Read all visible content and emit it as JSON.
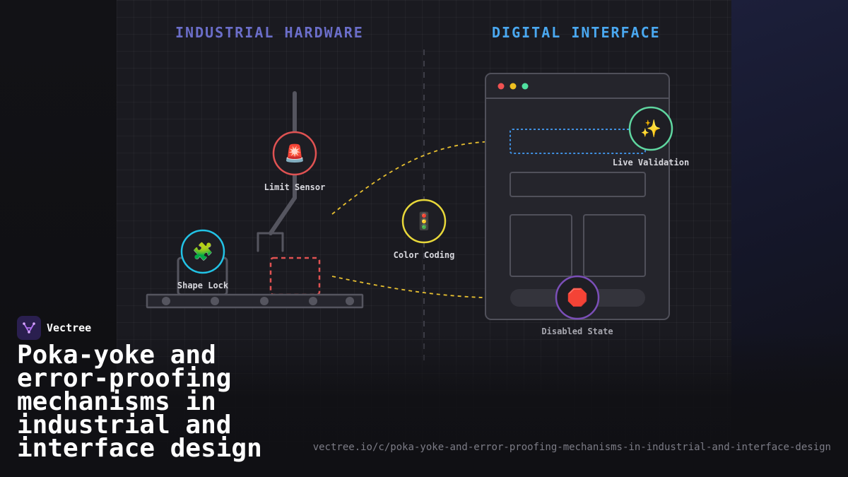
{
  "sections": {
    "left_title": "INDUSTRIAL HARDWARE",
    "right_title": "DIGITAL INTERFACE"
  },
  "nodes": {
    "limit_sensor": {
      "label": "Limit Sensor",
      "icon": "siren-icon",
      "glyph": "🚨",
      "color": "#e05252"
    },
    "shape_lock": {
      "label": "Shape Lock",
      "icon": "puzzle-icon",
      "glyph": "🧩",
      "color": "#22c3e6"
    },
    "color_coding": {
      "label": "Color Coding",
      "icon": "traffic-light-icon",
      "glyph": "🚦",
      "color": "#e8d83a"
    },
    "live_validation": {
      "label": "Live Validation",
      "icon": "sparkles-icon",
      "glyph": "✨",
      "color": "#5fd6a0"
    },
    "disabled_state": {
      "label": "Disabled State",
      "icon": "stop-sign-icon",
      "glyph": "🛑",
      "color": "#7b4fb8"
    }
  },
  "window_dots": [
    "#f05252",
    "#f0c020",
    "#50e0a0"
  ],
  "brand": {
    "name": "Vectree"
  },
  "headline": "Poka-yoke and error-proofing mechanisms in industrial and interface design",
  "url": "vectree.io/c/poka-yoke-and-error-proofing-mechanisms-in-industrial-and-interface-design"
}
